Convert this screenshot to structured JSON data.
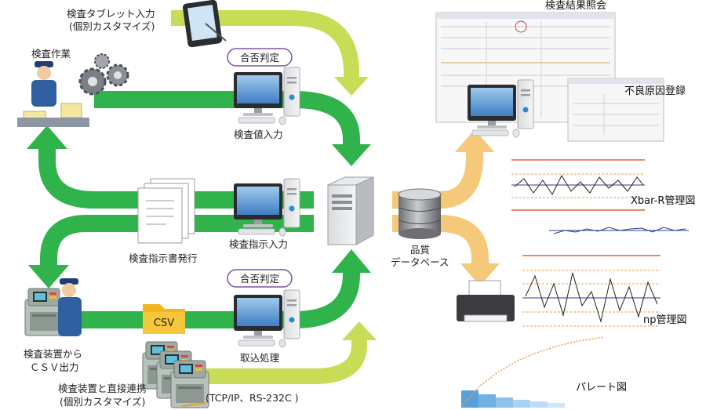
{
  "labels": {
    "tablet_input_line1": "検査タブレット入力",
    "tablet_input_line2": "(個別カスタマイズ)",
    "inspection_work": "検査作業",
    "pass_fail_top": "合否判定",
    "value_input": "検査値入力",
    "result_lookup": "検査結果照会",
    "defect_cause": "不良原因登録",
    "xbar_r": "Xbar-R管理図",
    "instruction_issue": "検査指示書発行",
    "instruction_input": "検査指示入力",
    "quality_db_line1": "品質",
    "quality_db_line2": "データベース",
    "pass_fail_bottom": "合否判定",
    "csv_tag": "CSV",
    "np_chart": "np管理図",
    "device_csv_line1": "検査装置から",
    "device_csv_line2": "ＣＳＶ出力",
    "import_process": "取込処理",
    "direct_link_line1": "検査装置と直接連携",
    "direct_link_line2": "(個別カスタマイズ)",
    "protocols": "(TCP/IP、RS-232C )",
    "pareto": "パレート図"
  },
  "colors": {
    "green": "#2fb34a",
    "lime": "#c9dc55",
    "orange": "#f6c97a",
    "pill_border": "#7a54a0",
    "chart_red": "#e06040",
    "chart_blue": "#2a3e95",
    "pareto_blue": "#3b8fd6"
  },
  "icons": [
    "tablet-icon",
    "worker-icon",
    "gears-icon",
    "boxes-icon",
    "desktop-computer-icon",
    "server-icon",
    "database-icon",
    "document-stack-icon",
    "inspection-machine-icon",
    "folder-icon",
    "printer-icon"
  ]
}
